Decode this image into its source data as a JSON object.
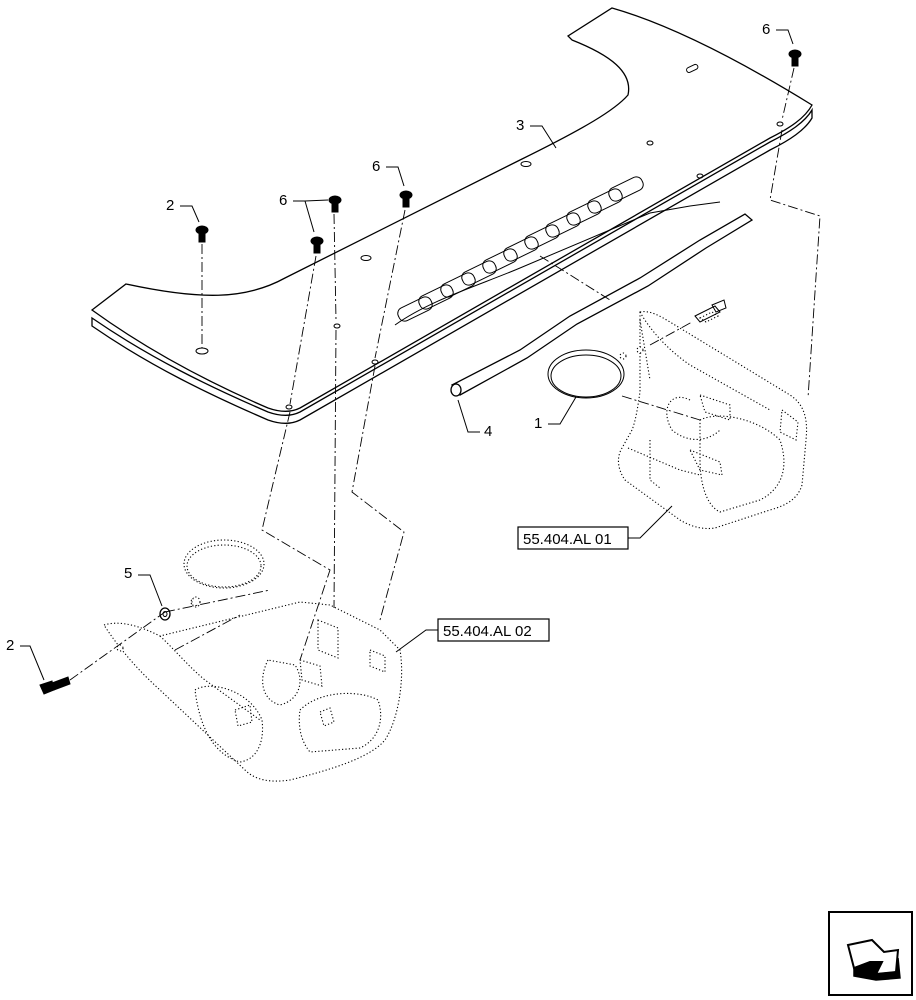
{
  "callouts": {
    "c1": "1",
    "c2a": "2",
    "c2b": "2",
    "c3": "3",
    "c4": "4",
    "c5": "5",
    "c6a": "6",
    "c6b": "6",
    "c6c": "6"
  },
  "references": {
    "ref_right": "55.404.AL 01",
    "ref_left": "55.404.AL 02"
  },
  "icons": {
    "nav": "next-page-arrow-icon"
  }
}
